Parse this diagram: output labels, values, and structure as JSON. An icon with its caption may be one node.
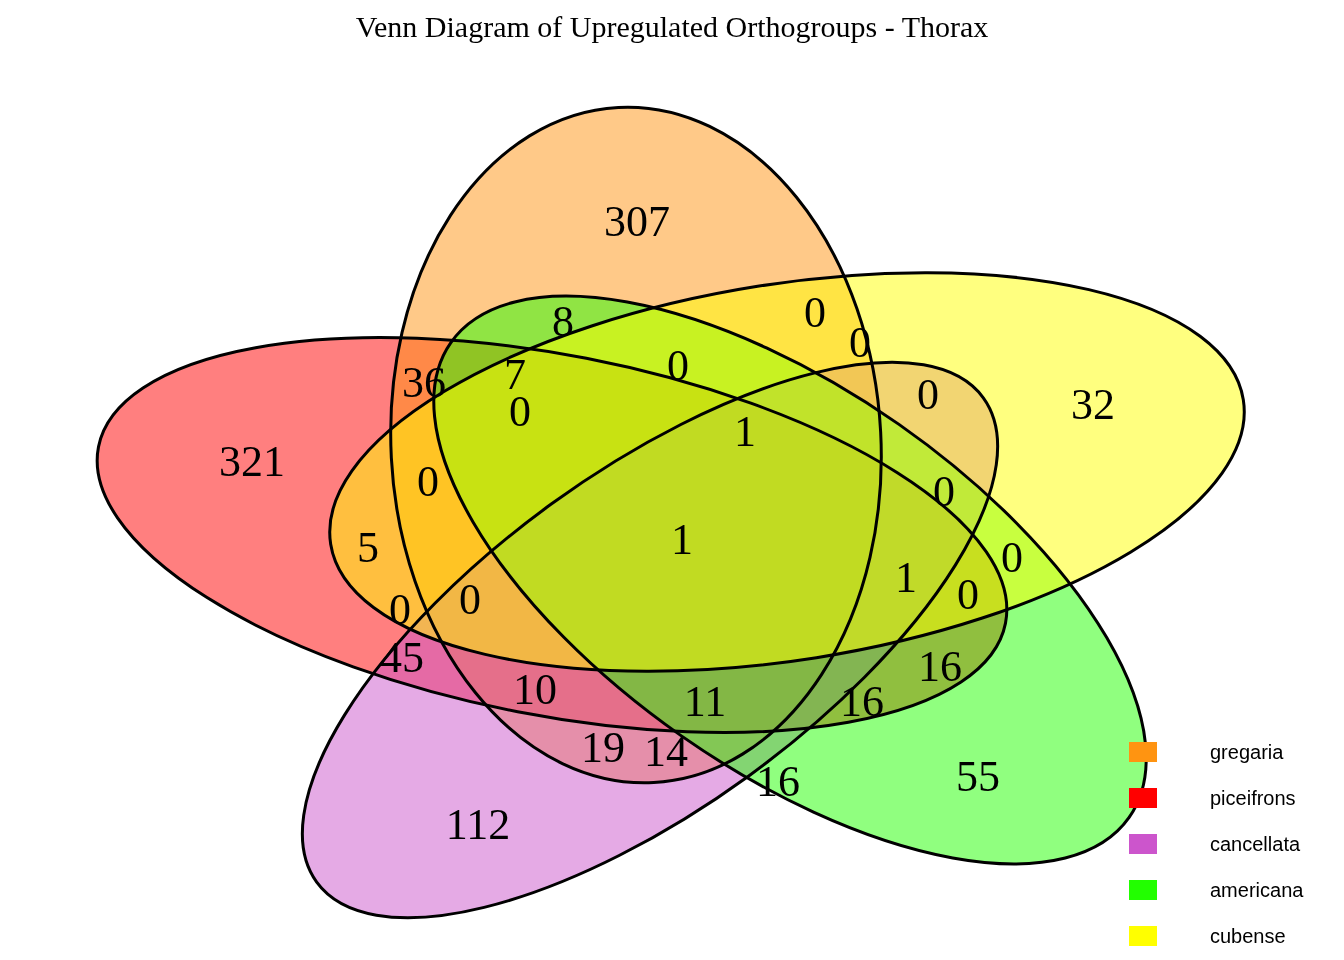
{
  "diagram": {
    "title": "Venn Diagram of Upregulated Orthogroups - Thorax",
    "labels": [
      "307",
      "8",
      "0",
      "0",
      "0",
      "36",
      "7",
      "1",
      "0",
      "32",
      "0",
      "321",
      "0",
      "0",
      "5",
      "1",
      "0",
      "1",
      "0",
      "0",
      "0",
      "45",
      "16",
      "10",
      "16",
      "11",
      "19",
      "14",
      "16",
      "55",
      "112"
    ],
    "legend": [
      {
        "text": "gregaria",
        "color": "#ff9411"
      },
      {
        "text": "piceifrons",
        "color": "#ff0000"
      },
      {
        "text": "cancellata",
        "color": "#cc55cc"
      },
      {
        "text": "americana",
        "color": "#22ff00"
      },
      {
        "text": "cubense",
        "color": "#ffff00"
      }
    ]
  }
}
